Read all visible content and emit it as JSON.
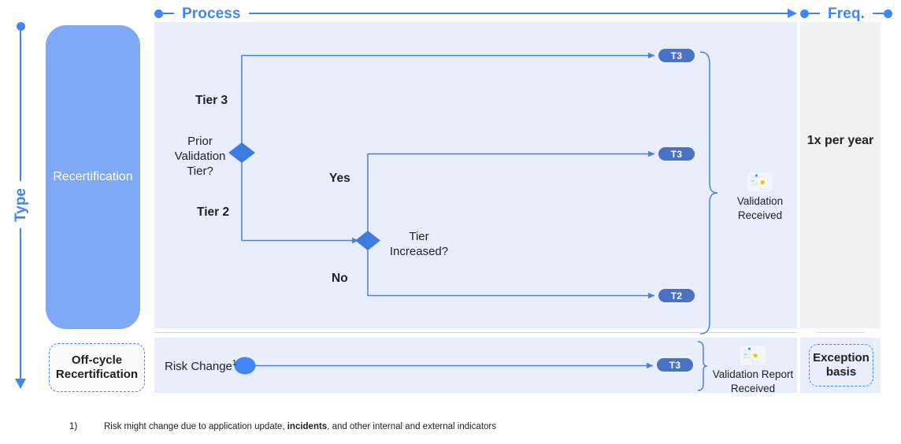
{
  "axes": {
    "horizontal_process": "Process",
    "horizontal_freq": "Freq.",
    "vertical_type": "Type"
  },
  "type_column": {
    "primary_label": "Recertification",
    "secondary_label": "Off-cycle\nRecertification"
  },
  "process": {
    "decision_1": {
      "label": "Prior\nValidation\nTier?",
      "branch_top": "Tier 3",
      "branch_bottom": "Tier 2"
    },
    "decision_2": {
      "label": "Tier\nIncreased?",
      "branch_yes": "Yes",
      "branch_no": "No"
    },
    "start_node_bottom": "Risk Change",
    "start_node_bottom_superscript": "1",
    "pills": [
      {
        "name": "tier3-top",
        "label": "T3"
      },
      {
        "name": "tier3-yes",
        "label": "T3"
      },
      {
        "name": "tier2-no",
        "label": "T2"
      },
      {
        "name": "tier3-offcycle",
        "label": "T3"
      }
    ],
    "outcome_main": {
      "icon": "validation-badge-icon",
      "label": "Validation\nReceived"
    },
    "outcome_offcycle": {
      "icon": "validation-badge-icon",
      "label": "Validation Report\nReceived"
    }
  },
  "frequency": {
    "main": "1x per\nyear",
    "offcycle": "Exception\nbasis"
  },
  "footnote": {
    "marker": "1)",
    "text_before": "Risk might change due to application update, ",
    "text_bold": "incidents",
    "text_after": ", and other internal and external indicators"
  },
  "colors": {
    "accent_blue": "#4285f4",
    "panel_blue": "#e8eefc",
    "panel_gray": "#f1f1f1",
    "card_blue": "#7fa9f5",
    "pill_blue": "#4a72c4",
    "line_blue": "#4a82db"
  }
}
